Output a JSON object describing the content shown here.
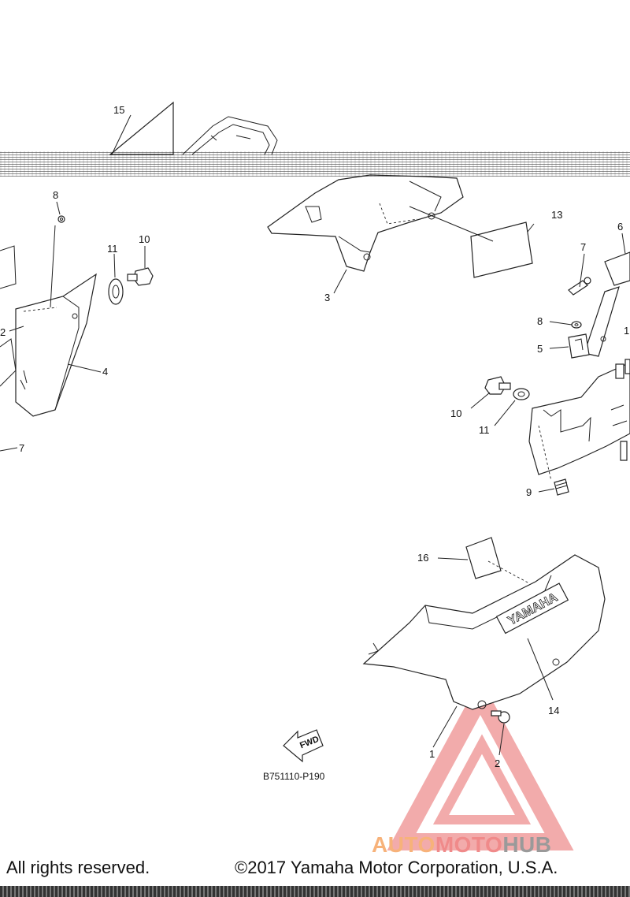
{
  "figure": {
    "code": "B751110-P190",
    "fwd_label": "FWD"
  },
  "callouts": [
    {
      "id": "c15",
      "text": "15"
    },
    {
      "id": "c8a",
      "text": "8"
    },
    {
      "id": "c11a",
      "text": "11"
    },
    {
      "id": "c10a",
      "text": "10"
    },
    {
      "id": "c2a",
      "text": "2"
    },
    {
      "id": "c4",
      "text": "4"
    },
    {
      "id": "c7a",
      "text": "7"
    },
    {
      "id": "c3",
      "text": "3"
    },
    {
      "id": "c13",
      "text": "13"
    },
    {
      "id": "c6",
      "text": "6"
    },
    {
      "id": "c7b",
      "text": "7"
    },
    {
      "id": "c1a",
      "text": "1"
    },
    {
      "id": "c8b",
      "text": "8"
    },
    {
      "id": "c5",
      "text": "5"
    },
    {
      "id": "c10b",
      "text": "10"
    },
    {
      "id": "c11b",
      "text": "11"
    },
    {
      "id": "c9",
      "text": "9"
    },
    {
      "id": "c16",
      "text": "16"
    },
    {
      "id": "c14",
      "text": "14"
    },
    {
      "id": "c1b",
      "text": "1"
    },
    {
      "id": "c2b",
      "text": "2"
    }
  ],
  "cover_logo_text": "YAMAHA",
  "footer": {
    "left": "All rights reserved.",
    "right": "©2017 Yamaha Motor Corporation, U.S.A."
  },
  "watermark": {
    "part1": "AUTO",
    "part2": "MOTO",
    "part3": "HUB",
    "colors": {
      "auto": "#f7b27a",
      "moto": "#f08a8a",
      "hub": "#9a9a9a",
      "triangle": "#ee8f8f"
    }
  }
}
